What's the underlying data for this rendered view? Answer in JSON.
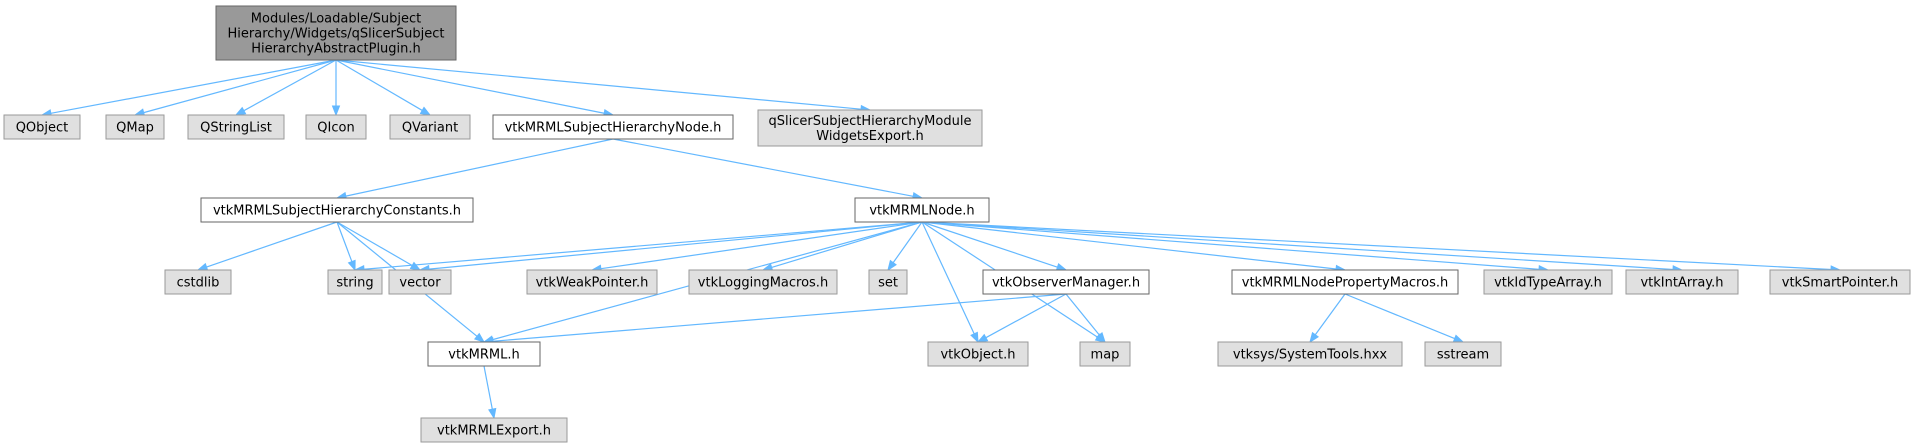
{
  "colors": {
    "root_fill": "#999999",
    "root_stroke": "#666666",
    "doc_fill": "#ffffff",
    "doc_stroke": "#666666",
    "external_fill": "#e0e0e0",
    "external_stroke": "#999999",
    "edge": "#63b8ff"
  },
  "nodes": [
    {
      "id": "root",
      "lines": [
        "Modules/Loadable/Subject",
        "Hierarchy/Widgets/qSlicerSubject",
        "HierarchyAbstractPlugin.h"
      ],
      "style": "root"
    },
    {
      "id": "qobject",
      "lines": [
        "QObject"
      ],
      "style": "external"
    },
    {
      "id": "qmap",
      "lines": [
        "QMap"
      ],
      "style": "external"
    },
    {
      "id": "qstringlist",
      "lines": [
        "QStringList"
      ],
      "style": "external"
    },
    {
      "id": "qicon",
      "lines": [
        "QIcon"
      ],
      "style": "external"
    },
    {
      "id": "qvariant",
      "lines": [
        "QVariant"
      ],
      "style": "external"
    },
    {
      "id": "shnode",
      "lines": [
        "vtkMRMLSubjectHierarchyNode.h"
      ],
      "style": "doc"
    },
    {
      "id": "export",
      "lines": [
        "qSlicerSubjectHierarchyModule",
        "WidgetsExport.h"
      ],
      "style": "external"
    },
    {
      "id": "shconst",
      "lines": [
        "vtkMRMLSubjectHierarchyConstants.h"
      ],
      "style": "doc"
    },
    {
      "id": "mrmlnode",
      "lines": [
        "vtkMRMLNode.h"
      ],
      "style": "doc"
    },
    {
      "id": "cstdlib",
      "lines": [
        "cstdlib"
      ],
      "style": "external"
    },
    {
      "id": "string",
      "lines": [
        "string"
      ],
      "style": "external"
    },
    {
      "id": "vector",
      "lines": [
        "vector"
      ],
      "style": "external"
    },
    {
      "id": "weakptr",
      "lines": [
        "vtkWeakPointer.h"
      ],
      "style": "external"
    },
    {
      "id": "logging",
      "lines": [
        "vtkLoggingMacros.h"
      ],
      "style": "external"
    },
    {
      "id": "set",
      "lines": [
        "set"
      ],
      "style": "external"
    },
    {
      "id": "obsmgr",
      "lines": [
        "vtkObserverManager.h"
      ],
      "style": "doc"
    },
    {
      "id": "propmacros",
      "lines": [
        "vtkMRMLNodePropertyMacros.h"
      ],
      "style": "doc"
    },
    {
      "id": "idtype",
      "lines": [
        "vtkIdTypeArray.h"
      ],
      "style": "external"
    },
    {
      "id": "intarray",
      "lines": [
        "vtkIntArray.h"
      ],
      "style": "external"
    },
    {
      "id": "smartptr",
      "lines": [
        "vtkSmartPointer.h"
      ],
      "style": "external"
    },
    {
      "id": "vtkmrml",
      "lines": [
        "vtkMRML.h"
      ],
      "style": "doc"
    },
    {
      "id": "vtkobject",
      "lines": [
        "vtkObject.h"
      ],
      "style": "external"
    },
    {
      "id": "map",
      "lines": [
        "map"
      ],
      "style": "external"
    },
    {
      "id": "systools",
      "lines": [
        "vtksys/SystemTools.hxx"
      ],
      "style": "external"
    },
    {
      "id": "sstream",
      "lines": [
        "sstream"
      ],
      "style": "external"
    },
    {
      "id": "mrmlexport",
      "lines": [
        "vtkMRMLExport.h"
      ],
      "style": "external"
    }
  ],
  "edges": [
    [
      "root",
      "qobject"
    ],
    [
      "root",
      "qmap"
    ],
    [
      "root",
      "qstringlist"
    ],
    [
      "root",
      "qicon"
    ],
    [
      "root",
      "qvariant"
    ],
    [
      "root",
      "shnode"
    ],
    [
      "root",
      "export"
    ],
    [
      "shnode",
      "shconst"
    ],
    [
      "shnode",
      "mrmlnode"
    ],
    [
      "shconst",
      "cstdlib"
    ],
    [
      "shconst",
      "string"
    ],
    [
      "shconst",
      "vector"
    ],
    [
      "shconst",
      "vtkmrml"
    ],
    [
      "mrmlnode",
      "string"
    ],
    [
      "mrmlnode",
      "vector"
    ],
    [
      "mrmlnode",
      "vtkmrml"
    ],
    [
      "mrmlnode",
      "weakptr"
    ],
    [
      "mrmlnode",
      "logging"
    ],
    [
      "mrmlnode",
      "set"
    ],
    [
      "mrmlnode",
      "obsmgr"
    ],
    [
      "mrmlnode",
      "vtkobject"
    ],
    [
      "mrmlnode",
      "map"
    ],
    [
      "mrmlnode",
      "propmacros"
    ],
    [
      "mrmlnode",
      "idtype"
    ],
    [
      "mrmlnode",
      "intarray"
    ],
    [
      "mrmlnode",
      "smartptr"
    ],
    [
      "obsmgr",
      "vtkmrml"
    ],
    [
      "obsmgr",
      "vtkobject"
    ],
    [
      "obsmgr",
      "map"
    ],
    [
      "propmacros",
      "systools"
    ],
    [
      "propmacros",
      "sstream"
    ],
    [
      "vtkmrml",
      "mrmlexport"
    ]
  ]
}
